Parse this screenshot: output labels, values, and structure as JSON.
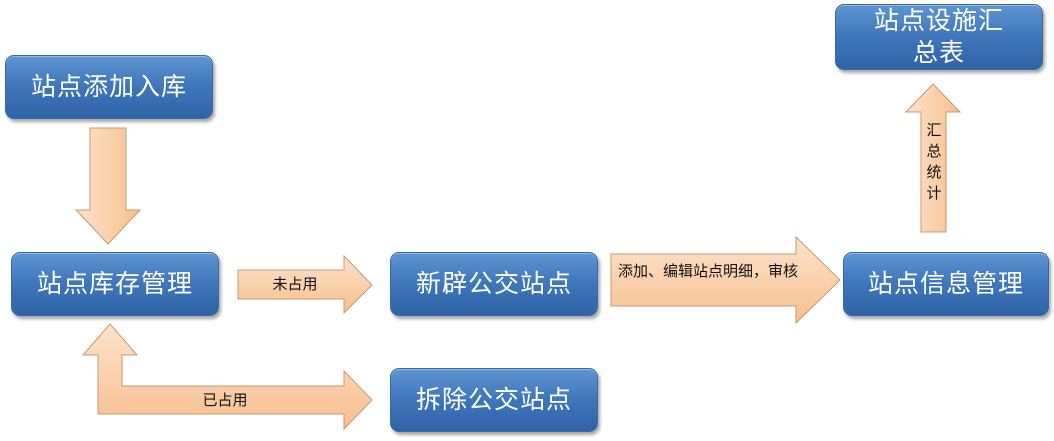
{
  "nodes": {
    "add_to_inventory": "站点添加入库",
    "inventory_management": "站点库存管理",
    "new_bus_stop": "新辟公交站点",
    "remove_bus_stop": "拆除公交站点",
    "info_management": "站点信息管理",
    "facility_summary": "站点设施汇总表"
  },
  "edges": {
    "unoccupied": "未占用",
    "occupied": "已占用",
    "add_edit_details": "添加、编辑站点明细，审核",
    "summary_stats": "汇总统计"
  }
}
